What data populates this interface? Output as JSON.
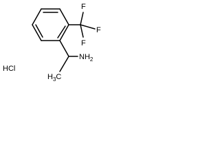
{
  "molecule": {
    "atoms": {
      "f_top": "F",
      "f_right": "F",
      "f_bottom": "F",
      "nh2_main": "NH",
      "nh2_sub": "2",
      "ch3_main": "H",
      "ch3_sub": "3",
      "ch3_c": "C"
    },
    "salt": "HCl"
  }
}
